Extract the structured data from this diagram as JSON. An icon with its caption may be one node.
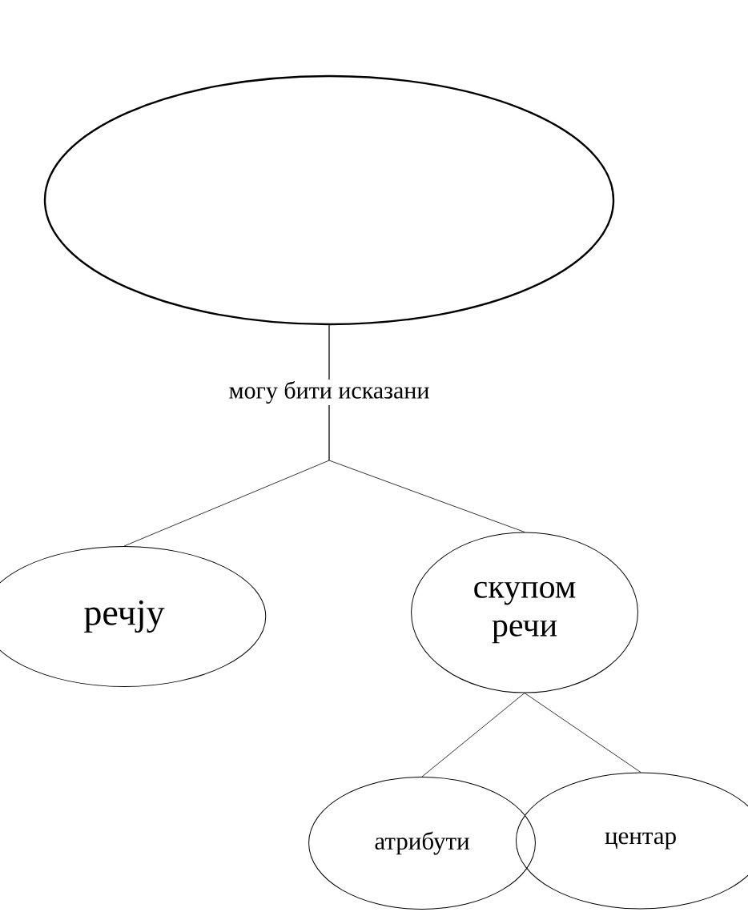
{
  "diagram": {
    "nodes": [
      {
        "text": [],
        "shape": "ellipse"
      },
      {
        "text": [
          "речју"
        ]
      },
      {
        "text": [
          "скупом речи"
        ]
      },
      {
        "text": [
          "атрибути"
        ]
      },
      {
        "text": [
          "центар"
        ]
      }
    ],
    "edges": [
      {
        "from": 0,
        "to": 1,
        "arrow": "none",
        "label": "могу бити исказани"
      },
      {
        "from": 0,
        "to": 2,
        "arrow": "none"
      },
      {
        "from": 2,
        "to": 3,
        "arrow": "none"
      },
      {
        "from": 2,
        "to": 4,
        "arrow": "none"
      }
    ]
  }
}
